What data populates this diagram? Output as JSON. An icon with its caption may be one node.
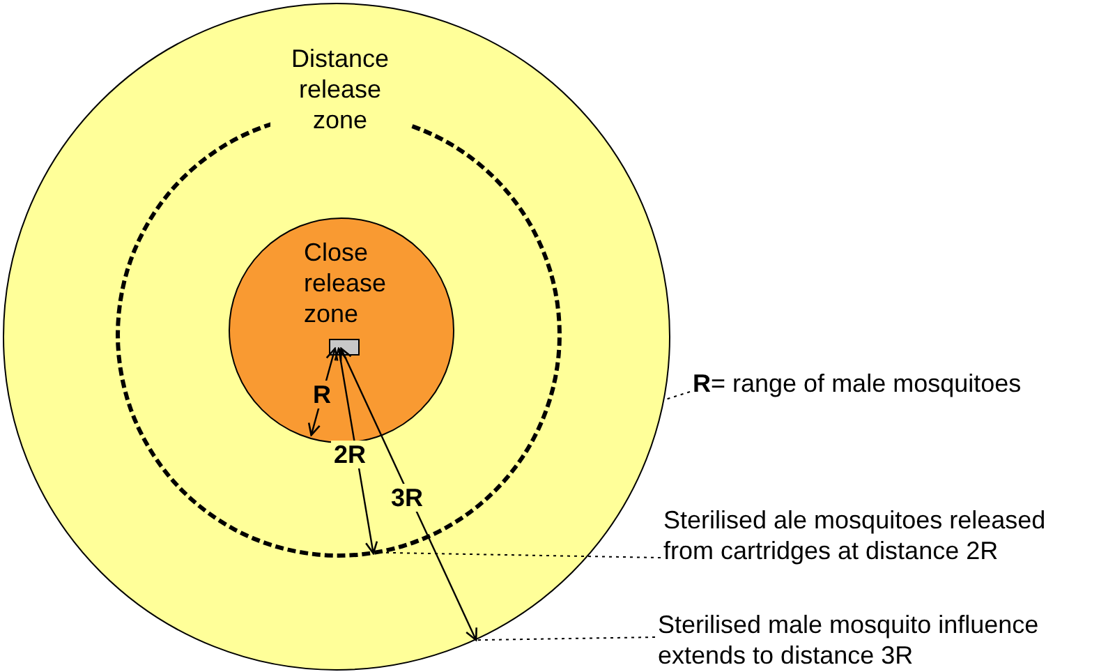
{
  "diagram": {
    "nodes": [
      {
        "text": [
          "Distance release zone"
        ]
      },
      {
        "text": [],
        "shape": "circle",
        "in": 0
      },
      {
        "text": [
          "Close release zone"
        ],
        "in": 1
      },
      {
        "text": [],
        "shape": "box",
        "in": 2
      },
      {
        "text": [
          "**R**= range of male mosquitoes"
        ]
      },
      {
        "text": [
          "Sterilised ale mosquitoes released from cartridges at distance 2R"
        ]
      },
      {
        "text": [
          "Sterilised male mosquito influence extends to distance 3R"
        ]
      }
    ],
    "edges": [
      {
        "from": 3,
        "to": 2,
        "arrow": "both",
        "label": "R"
      },
      {
        "from": 3,
        "to": 1,
        "arrow": "both",
        "label": "2R"
      },
      {
        "from": 3,
        "to": 0,
        "arrow": "both",
        "label": "3R"
      },
      {
        "from": 4,
        "to": 0,
        "arrow": "none",
        "style": "dashed"
      },
      {
        "from": 5,
        "to": 1,
        "arrow": "none",
        "style": "dashed"
      },
      {
        "from": 6,
        "to": 0,
        "arrow": "none",
        "style": "dashed"
      }
    ]
  }
}
